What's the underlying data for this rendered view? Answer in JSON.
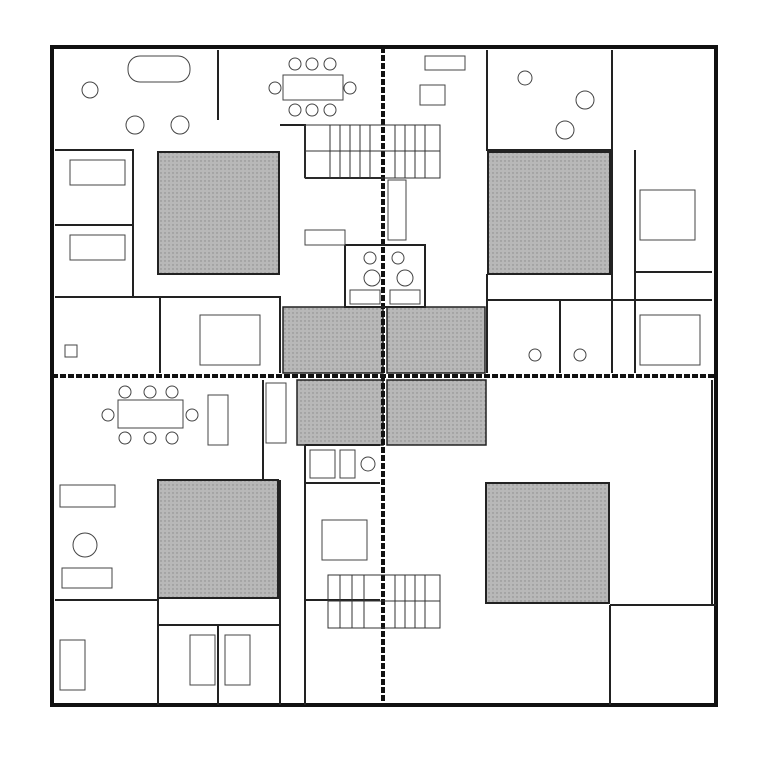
{
  "plan": {
    "colors": {
      "wall": "#222222",
      "court": "#b4b4b4",
      "paper": "#ffffff"
    },
    "elements": [
      "courtyards",
      "stairs",
      "shared-corridor",
      "bedrooms",
      "bathrooms",
      "kitchens",
      "dining-tables"
    ]
  }
}
